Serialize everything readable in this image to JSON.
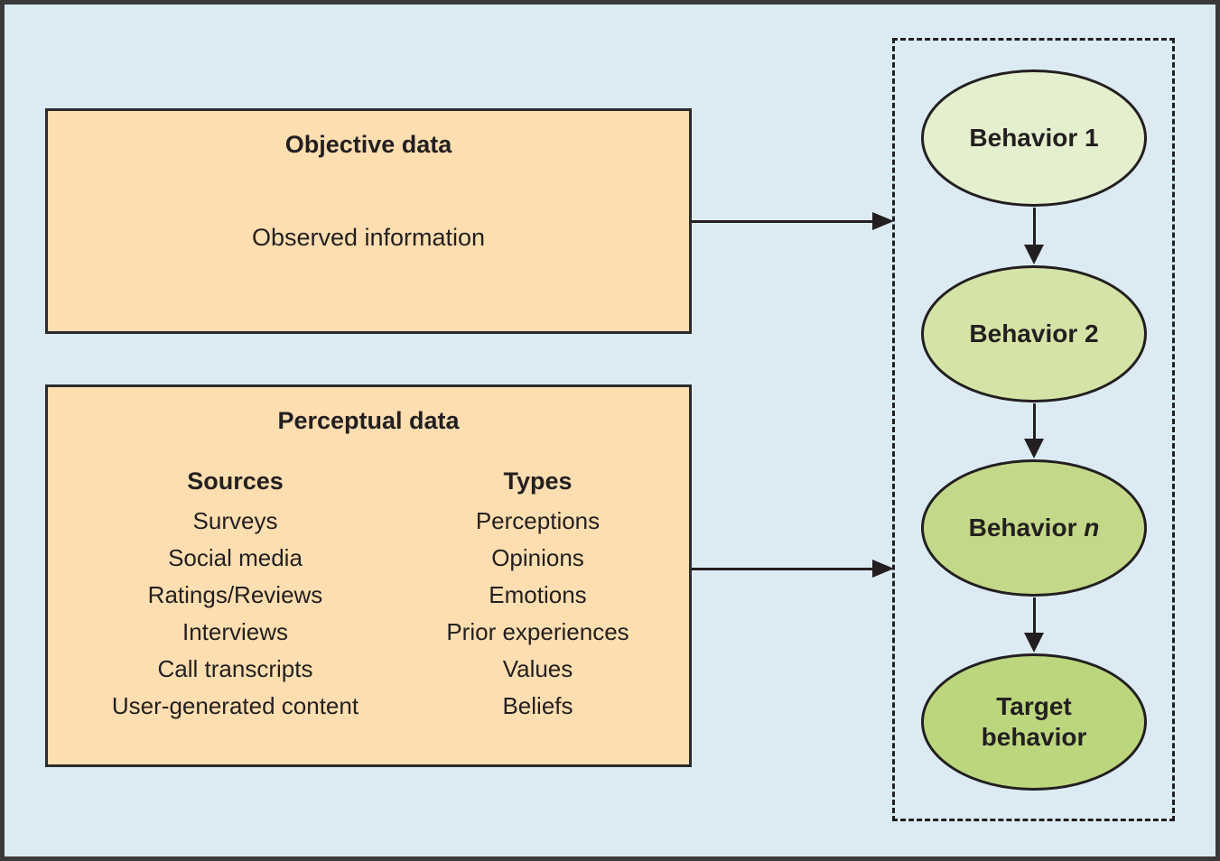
{
  "colors": {
    "background": "#dcebf3",
    "frame_border": "#3a3a3a",
    "box_fill": "#fcdeb0",
    "box_border": "#2b2b2b",
    "text": "#231f20",
    "arrow": "#231f20",
    "behavior1_fill": "#e4efce",
    "behavior2_fill": "#d5e4a6",
    "behavior_n_fill": "#c3d989",
    "target_fill": "#bcd67e"
  },
  "objective_box": {
    "title": "Objective data",
    "content": "Observed information"
  },
  "perceptual_box": {
    "title": "Perceptual data",
    "sources_header": "Sources",
    "sources": [
      "Surveys",
      "Social media",
      "Ratings/Reviews",
      "Interviews",
      "Call transcripts",
      "User-generated content"
    ],
    "types_header": "Types",
    "types": [
      "Perceptions",
      "Opinions",
      "Emotions",
      "Prior experiences",
      "Values",
      "Beliefs"
    ]
  },
  "behaviors": {
    "b1": "Behavior 1",
    "b2": "Behavior 2",
    "bn_prefix": "Behavior ",
    "bn_italic": "n",
    "target_line1": "Target",
    "target_line2": "behavior"
  }
}
